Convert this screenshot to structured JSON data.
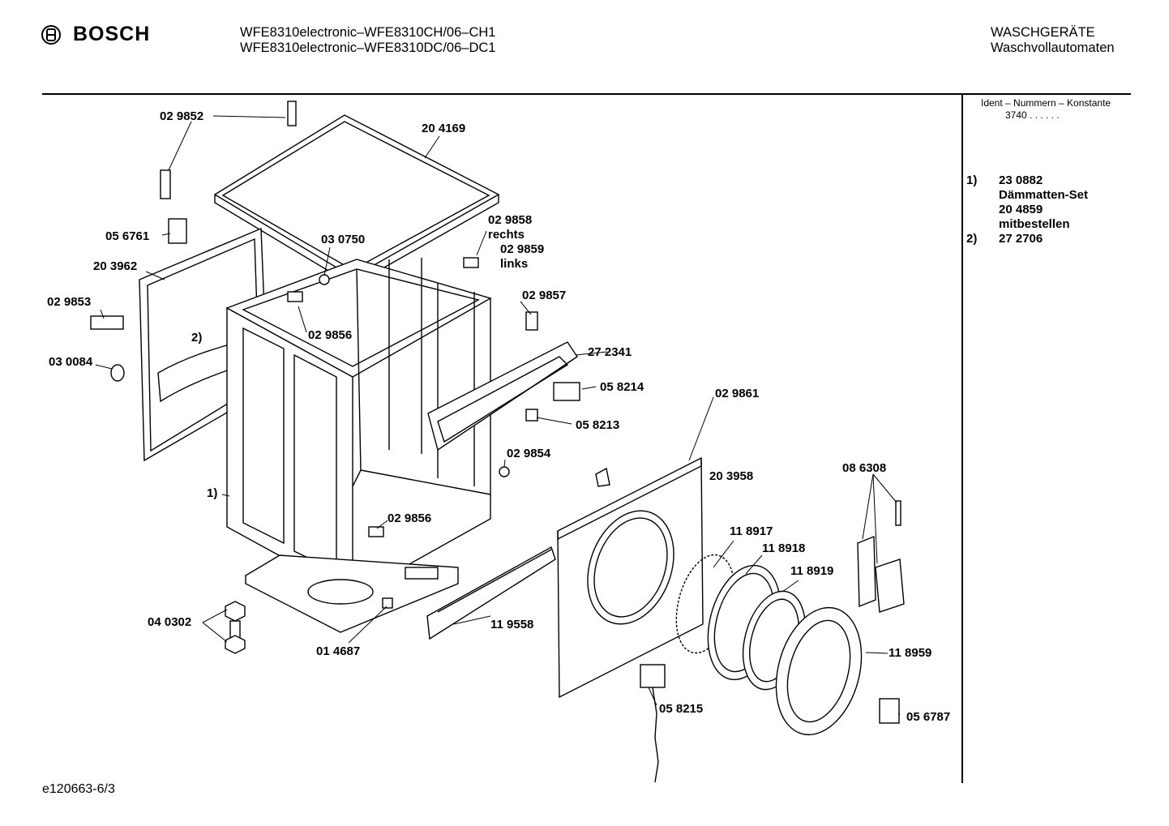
{
  "header": {
    "brand": "BOSCH",
    "model_line_1": "WFE8310electronic–WFE8310CH/06–CH1",
    "model_line_2": "WFE8310electronic–WFE8310DC/06–DC1",
    "category_1": "WASCHGERÄTE",
    "category_2": "Waschvollautomaten"
  },
  "sidebar": {
    "ident_label": "Ident – Nummern – Konstante",
    "konstante": "3740  .  .     .  .  .  .",
    "notes": [
      {
        "key": "1)",
        "lines": [
          "23 0882",
          "Dämmatten-Set",
          "20 4859",
          "mitbestellen"
        ]
      },
      {
        "key": "2)",
        "lines": [
          "27 2706"
        ]
      }
    ]
  },
  "parts": [
    "02 9852",
    "20 4169",
    "05 6761",
    "03 0750",
    "02 9858",
    "rechts",
    "02 9859",
    "links",
    "20 3962",
    "02 9853",
    "2)",
    "02 9856",
    "02 9857",
    "03 0084",
    "27 2341",
    "05 8214",
    "05 8213",
    "02 9861",
    "02 9854",
    "20 3958",
    "08 6308",
    "1)",
    "02 9856",
    "11 8917",
    "11 8918",
    "11 8919",
    "04 0302",
    "01 4687",
    "11 9558",
    "11 8959",
    "05 8215",
    "05 6787"
  ],
  "footer": {
    "drawing_id": "e120663-6/3"
  }
}
